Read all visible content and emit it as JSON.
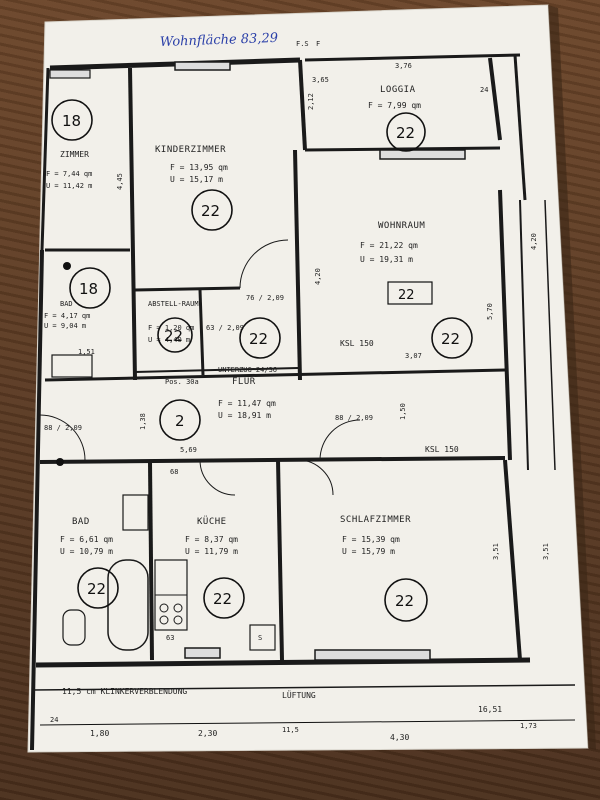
{
  "handwritten_title": "Wohnfläche 83,29",
  "top_marks": {
    "left": "F.S",
    "right": "F"
  },
  "rooms": {
    "loggia": {
      "name": "LOGGIA",
      "area": "F = 7,99 qm",
      "code": "22",
      "dim_width": "3,76",
      "dim_left": "3,65",
      "dim_side": "2,12",
      "dim_right": "24"
    },
    "kinderzimmer": {
      "name": "KINDERZIMMER",
      "area": "F = 13,95 qm",
      "perimeter": "U = 15,17 m",
      "code": "22",
      "dim_h": "4,45"
    },
    "wohnraum": {
      "name": "WOHNRAUM",
      "area": "F = 21,22 qm",
      "perimeter": "U = 19,31 m",
      "code": "22",
      "box": "22",
      "dim_h": "4,20",
      "dim_v": "5,70"
    },
    "zimmer_left": {
      "name": "ZIMMER",
      "area": "F = 7,44 qm",
      "perimeter": "U = 11,42 m",
      "code": "18"
    },
    "bad_small": {
      "name": "BAD",
      "area": "F = 4,17 qm",
      "perimeter": "U = 9,04 m",
      "code": "18"
    },
    "abstellraum": {
      "name": "ABSTELL-RAUM",
      "area": "F = 1,20 qm",
      "perimeter": "U = 4,40 m",
      "code": "22",
      "door": "63 / 2,09"
    },
    "flur": {
      "name": "FLUR",
      "area": "F = 11,47 qm",
      "perimeter": "U = 18,91 m",
      "code": "2",
      "door": "88 / 2,09"
    },
    "bad": {
      "name": "BAD",
      "area": "F = 6,61 qm",
      "perimeter": "U = 10,79 m",
      "code": "22"
    },
    "kueche": {
      "name": "KÜCHE",
      "area": "F = 8,37 qm",
      "perimeter": "U = 11,79 m",
      "code": "22"
    },
    "schlafzimmer": {
      "name": "SCHLAFZIMMER",
      "area": "F = 15,39 qm",
      "perimeter": "U = 15,79 m",
      "code": "22"
    },
    "hall_code": {
      "code": "22"
    }
  },
  "annotations": {
    "unterzug": "UNTERZUG 24/36",
    "ksl_top": "KSL 150",
    "ksl_bottom": "KSL 150",
    "pos": "Pos. 30a",
    "door_76": "76 / 2,09",
    "door_88_left": "88 / 2,09",
    "dim_5_69": "5,69",
    "dim_3_07": "3,07",
    "dim_1_50": "1,50",
    "dim_3_51a": "3,51",
    "dim_3_51b": "3,51",
    "dim_1_51": "1,51",
    "dim_1_38": "1,38",
    "dim_4_20": "4,20",
    "klinker": "11,5 cm KLINKERVERBLENDUNG",
    "lueftung": "LÜFTUNG",
    "s_mark": "S",
    "dim_63": "63",
    "dim_68": "68"
  },
  "bottom_dims": {
    "d1": "1,80",
    "d2": "2,30",
    "d3": "4,30",
    "d4": "16,51",
    "d5": "1,73",
    "d6": "24",
    "d7": "11,5"
  }
}
